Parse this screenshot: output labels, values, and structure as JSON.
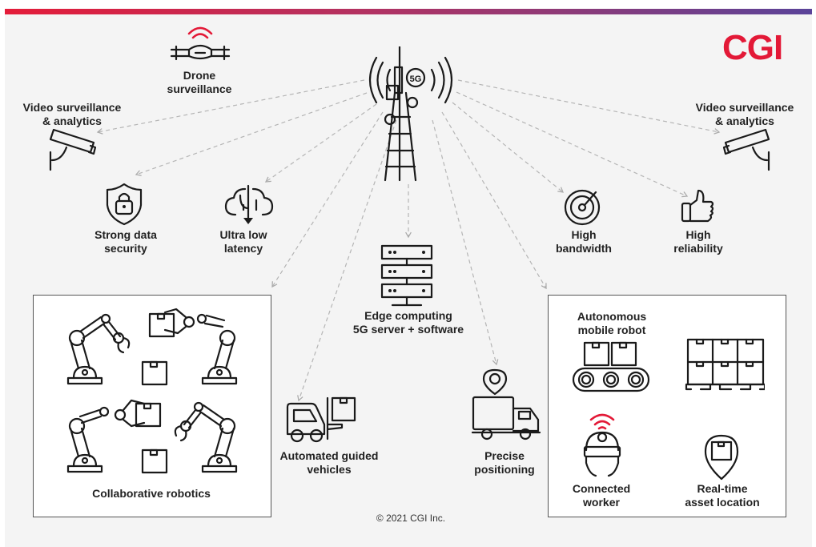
{
  "brand": {
    "logo_text": "CGI",
    "accent_color": "#e31937",
    "gradient_from": "#e41c39",
    "gradient_to": "#5a4399"
  },
  "hub": {
    "badge": "5G",
    "icon": "5g-tower-icon"
  },
  "nodes": {
    "drone": {
      "label_1": "Drone",
      "label_2": "surveillance",
      "icon": "drone-icon"
    },
    "video_left": {
      "label_1": "Video surveillance",
      "label_2": "& analytics",
      "icon": "security-camera-icon"
    },
    "video_right": {
      "label_1": "Video surveillance",
      "label_2": "& analytics",
      "icon": "security-camera-icon"
    },
    "security": {
      "label_1": "Strong data",
      "label_2": "security",
      "icon": "shield-lock-icon"
    },
    "latency": {
      "label_1": "Ultra low",
      "label_2": "latency",
      "icon": "cloud-arrow-icon"
    },
    "bandwidth": {
      "label_1": "High",
      "label_2": "bandwidth",
      "icon": "gauge-target-icon"
    },
    "reliability": {
      "label_1": "High",
      "label_2": "reliability",
      "icon": "thumbs-up-icon"
    },
    "edge": {
      "label_1": "Edge computing",
      "label_2": "5G server + software",
      "icon": "server-rack-icon"
    },
    "agv": {
      "label_1": "Automated guided",
      "label_2": "vehicles",
      "icon": "forklift-icon"
    },
    "positioning": {
      "label_1": "Precise",
      "label_2": "positioning",
      "icon": "truck-location-icon"
    }
  },
  "left_panel": {
    "label": "Collaborative robotics",
    "icon": "robot-arm-icon"
  },
  "right_panel": {
    "amr": {
      "label_1": "Autonomous",
      "label_2": "mobile robot",
      "icon": "conveyor-icon"
    },
    "pallet": {
      "icon": "pallet-boxes-icon"
    },
    "worker": {
      "label_1": "Connected",
      "label_2": "worker",
      "icon": "vr-worker-icon"
    },
    "asset": {
      "label_1": "Real-time",
      "label_2": "asset location",
      "icon": "location-box-icon"
    }
  },
  "footer": {
    "copyright": "© 2021 CGI Inc."
  }
}
